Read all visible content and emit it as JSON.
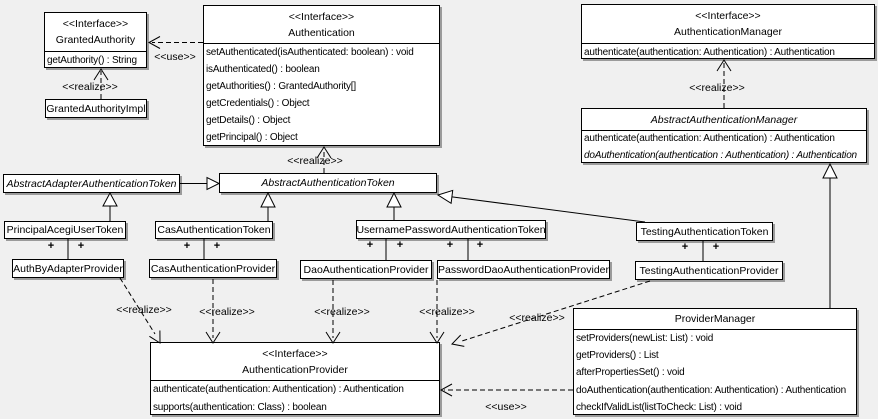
{
  "diagram": {
    "background_color": "#f0f0f0",
    "box_fill": "#ffffff",
    "border_color": "#000000",
    "shadow_color": "#9b9b9b"
  },
  "labels": {
    "use": "<<use>>",
    "realize": "<<realize>>",
    "plus": "+",
    "interface_stereotype": "<<Interface>>"
  },
  "classes": {
    "granted_authority": {
      "stereotype": "<<Interface>>",
      "name": "GrantedAuthority",
      "methods": [
        "getAuthority() : String"
      ]
    },
    "granted_authority_impl": {
      "name": "GrantedAuthorityImpl"
    },
    "authentication": {
      "stereotype": "<<Interface>>",
      "name": "Authentication",
      "methods": [
        "setAuthenticated(isAuthenticated: boolean) : void",
        "isAuthenticated() : boolean",
        "getAuthorities() : GrantedAuthority[]",
        "getCredentials() : Object",
        "getDetails() : Object",
        "getPrincipal() : Object"
      ]
    },
    "authentication_manager": {
      "stereotype": "<<Interface>>",
      "name": "AuthenticationManager",
      "methods": [
        "authenticate(authentication: Authentication) : Authentication"
      ]
    },
    "abstract_authentication_manager": {
      "name": "AbstractAuthenticationManager",
      "methods": [
        "authenticate(authentication: Authentication) : Authentication",
        "doAuthentication(authentication : Authentication) : Authentication"
      ]
    },
    "abstract_adapter_authentication_token": {
      "name": "AbstractAdapterAuthenticationToken"
    },
    "abstract_authentication_token": {
      "name": "AbstractAuthenticationToken"
    },
    "principal_acegi_user_token": {
      "name": "PrincipalAcegiUserToken"
    },
    "cas_authentication_token": {
      "name": "CasAuthenticationToken"
    },
    "username_password_authentication_token": {
      "name": "UsernamePasswordAuthenticationToken"
    },
    "testing_authentication_token": {
      "name": "TestingAuthenticationToken"
    },
    "auth_by_adapter_provider": {
      "name": "AuthByAdapterProvider"
    },
    "cas_authentication_provider": {
      "name": "CasAuthenticationProvider"
    },
    "dao_authentication_provider": {
      "name": "DaoAuthenticationProvider"
    },
    "password_dao_authentication_provider": {
      "name": "PasswordDaoAuthenticationProvider"
    },
    "testing_authentication_provider": {
      "name": "TestingAuthenticationProvider"
    },
    "authentication_provider": {
      "stereotype": "<<Interface>>",
      "name": "AuthenticationProvider",
      "methods": [
        "authenticate(authentication: Authentication) : Authentication",
        "supports(authentication: Class) : boolean"
      ]
    },
    "provider_manager": {
      "name": "ProviderManager",
      "methods": [
        "setProviders(newList: List) : void",
        "getProviders() : List",
        "afterPropertiesSet() : void",
        "doAuthentication(authentication: Authentication) : Authentication",
        "checkIfValidList(listToCheck: List) : void"
      ]
    }
  }
}
